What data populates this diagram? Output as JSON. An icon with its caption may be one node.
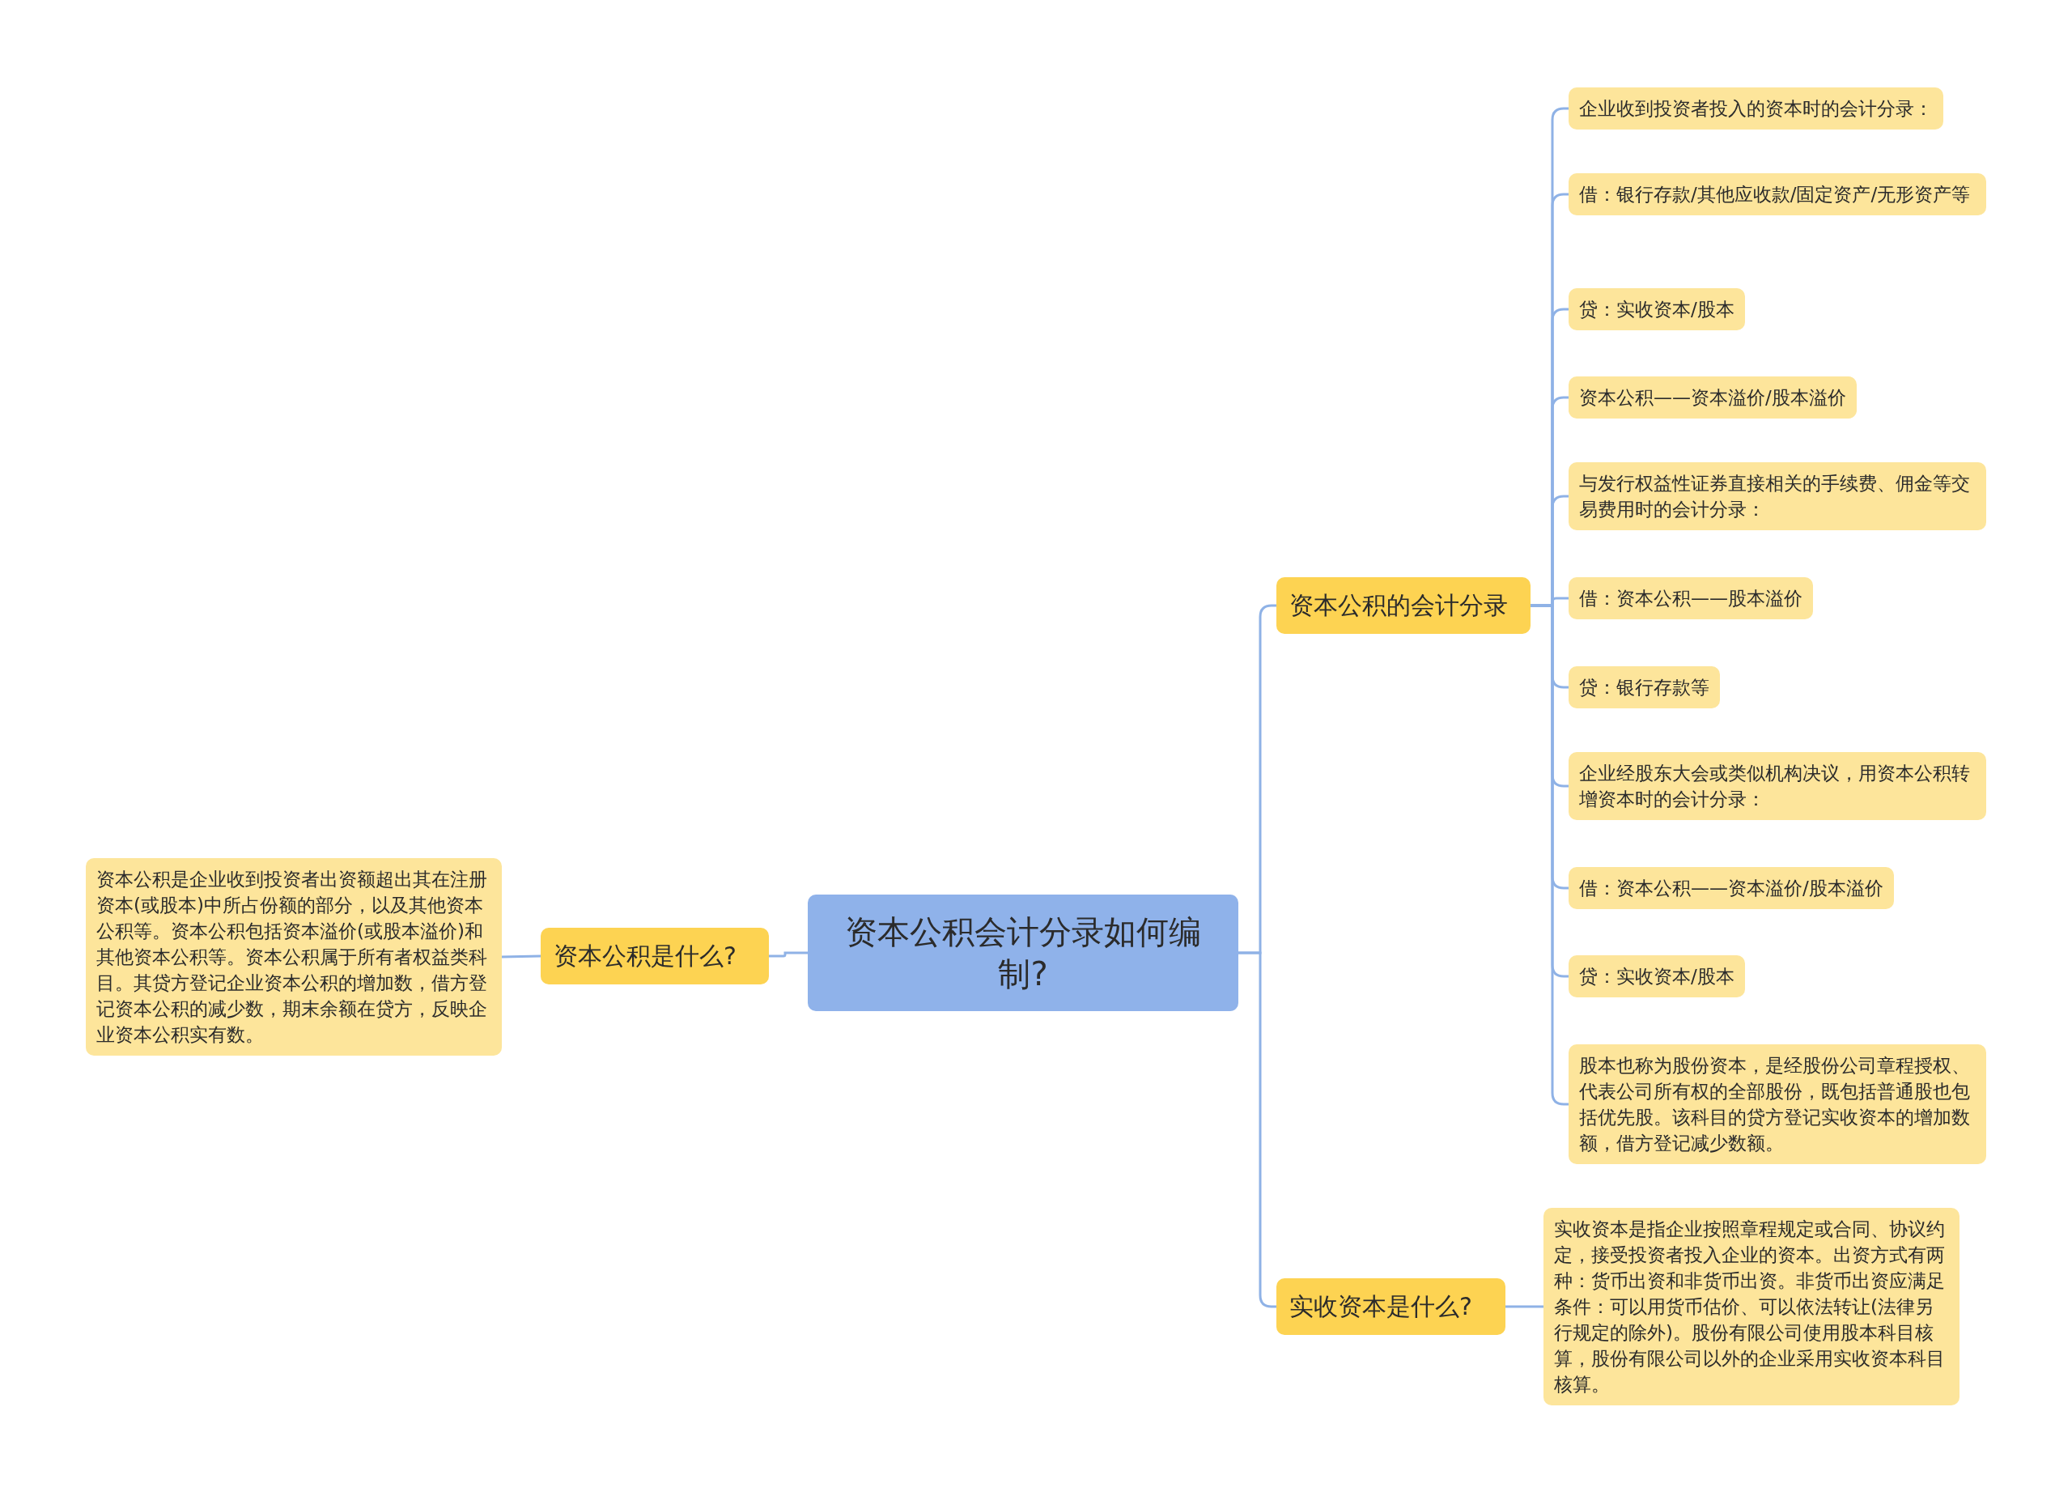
{
  "diagram": {
    "nodes": [
      {
        "text": [
          "资本公积会计分录如何编制?"
        ]
      },
      {
        "text": [
          "资本公积是什么?"
        ]
      },
      {
        "text": [
          "资本公积是企业收到投资者出资额超出其在注册资本(或股本)中所占份额的部分，以及其他资本公积等。资本公积包括资本溢价(或股本溢价)和其他资本公积等。资本公积属于所有者权益类科目。其贷方登记企业资本公积的增加数，借方登记资本公积的减少数，期末余额在贷方，反映企业资本公积实有数。"
        ]
      },
      {
        "text": [
          "资本公积的会计分录"
        ]
      },
      {
        "text": [
          "企业收到投资者投入的资本时的会计分录："
        ]
      },
      {
        "text": [
          "借：银行存款/其他应收款/固定资产/无形资产等"
        ]
      },
      {
        "text": [
          "贷：实收资本/股本"
        ]
      },
      {
        "text": [
          "资本公积——资本溢价/股本溢价"
        ]
      },
      {
        "text": [
          "与发行权益性证券直接相关的手续费、佣金等交易费用时的会计分录："
        ]
      },
      {
        "text": [
          "借：资本公积——股本溢价"
        ]
      },
      {
        "text": [
          "贷：银行存款等"
        ]
      },
      {
        "text": [
          "企业经股东大会或类似机构决议，用资本公积转增资本时的会计分录："
        ]
      },
      {
        "text": [
          "借：资本公积——资本溢价/股本溢价"
        ]
      },
      {
        "text": [
          "贷：实收资本/股本"
        ]
      },
      {
        "text": [
          "股本也称为股份资本，是经股份公司章程授权、代表公司所有权的全部股份，既包括普通股也包括优先股。该科目的贷方登记实收资本的增加数额，借方登记减少数额。"
        ]
      },
      {
        "text": [
          "实收资本是什么?"
        ]
      },
      {
        "text": [
          "实收资本是指企业按照章程规定或合同、协议约定，接受投资者投入企业的资本。出资方式有两种：货币出资和非货币出资。非货币出资应满足条件：可以用货币估价、可以依法转让(法律另行规定的除外)。股份有限公司使用股本科目核算，股份有限公司以外的企业采用实收资本科目核算。"
        ]
      }
    ],
    "edges": [
      {
        "from": 0,
        "to": 1,
        "arrow": "none"
      },
      {
        "from": 1,
        "to": 2,
        "arrow": "none"
      },
      {
        "from": 0,
        "to": 3,
        "arrow": "none"
      },
      {
        "from": 3,
        "to": 4,
        "arrow": "none"
      },
      {
        "from": 3,
        "to": 5,
        "arrow": "none"
      },
      {
        "from": 3,
        "to": 6,
        "arrow": "none"
      },
      {
        "from": 3,
        "to": 7,
        "arrow": "none"
      },
      {
        "from": 3,
        "to": 8,
        "arrow": "none"
      },
      {
        "from": 3,
        "to": 9,
        "arrow": "none"
      },
      {
        "from": 3,
        "to": 10,
        "arrow": "none"
      },
      {
        "from": 3,
        "to": 11,
        "arrow": "none"
      },
      {
        "from": 3,
        "to": 12,
        "arrow": "none"
      },
      {
        "from": 3,
        "to": 13,
        "arrow": "none"
      },
      {
        "from": 3,
        "to": 14,
        "arrow": "none"
      },
      {
        "from": 0,
        "to": 15,
        "arrow": "none"
      },
      {
        "from": 15,
        "to": 16,
        "arrow": "none"
      }
    ]
  }
}
